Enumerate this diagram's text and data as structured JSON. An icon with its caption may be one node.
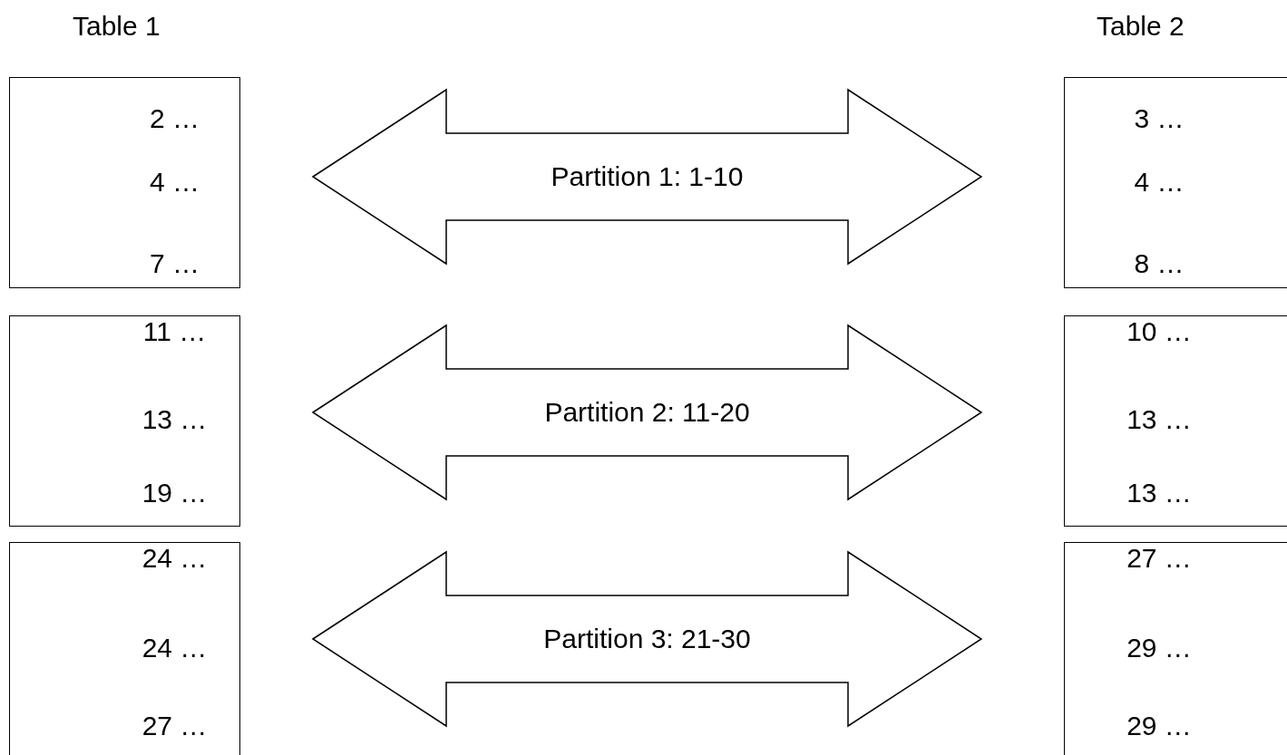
{
  "diagram": {
    "nodes": [
      {
        "text": [
          "2 …",
          "4 …",
          "7 …"
        ]
      },
      {
        "text": [
          "11 …",
          "13 …",
          "19 …"
        ]
      },
      {
        "text": [
          "24 …",
          "24 …",
          "27 …"
        ]
      },
      {
        "text": [
          "3 …",
          "4 …",
          "8 …"
        ]
      },
      {
        "text": [
          "10 …",
          "13 …",
          "13 …"
        ]
      },
      {
        "text": [
          "27 …",
          "29 …",
          "29 …"
        ]
      }
    ],
    "edges": [
      {
        "from": 0,
        "to": 3,
        "arrow": "both",
        "label": "Partition 1: 1-10"
      },
      {
        "from": 1,
        "to": 4,
        "arrow": "both",
        "label": "Partition 2: 11-20"
      },
      {
        "from": 2,
        "to": 5,
        "arrow": "both",
        "label": "Partition 3: 21-30"
      }
    ],
    "labels": [
      "Table 1",
      "Table 2"
    ]
  }
}
